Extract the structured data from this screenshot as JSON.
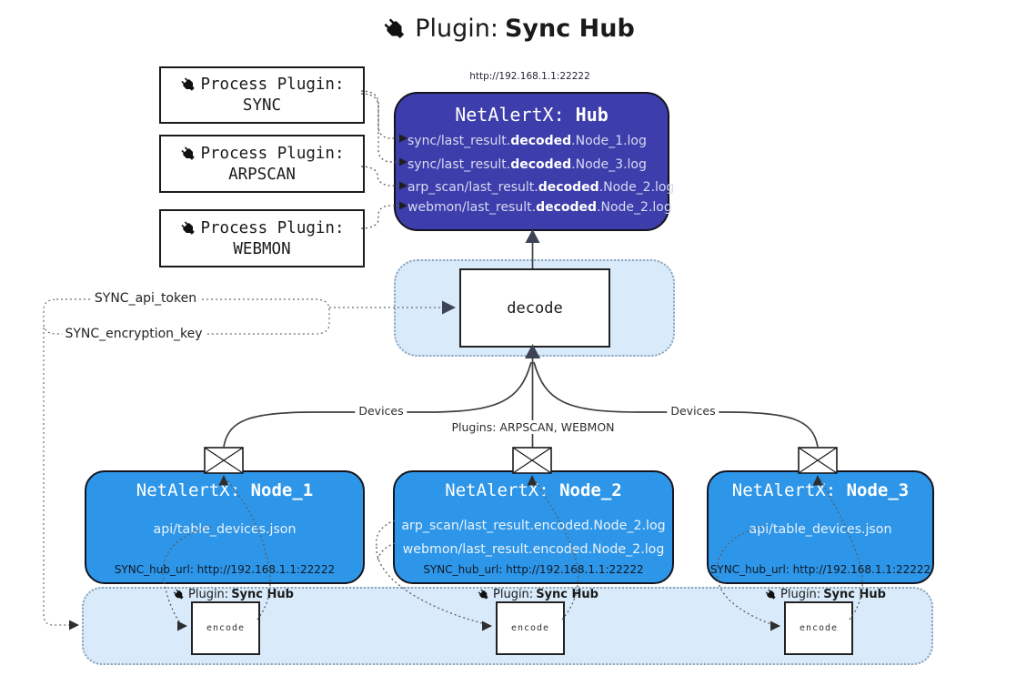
{
  "title": {
    "label": "Plugin:",
    "label_bold": "Sync Hub"
  },
  "hub": {
    "url": "http://192.168.1.1:22222",
    "name": "NetAlertX: ",
    "name_bold": "Hub",
    "logs": [
      {
        "pre": "sync/last_result.",
        "bold": "decoded",
        "post": ".Node_1.log"
      },
      {
        "pre": "sync/last_result.",
        "bold": "decoded",
        "post": ".Node_3.log"
      },
      {
        "pre": "arp_scan/last_result.",
        "bold": "decoded",
        "post": ".Node_2.log"
      },
      {
        "pre": "webmon/last_result.",
        "bold": "decoded",
        "post": ".Node_2.log"
      }
    ]
  },
  "process_plugins": [
    {
      "label": "Process Plugin:",
      "name": "SYNC"
    },
    {
      "label": "Process Plugin:",
      "name": "ARPSCAN"
    },
    {
      "label": "Process Plugin:",
      "name": "WEBMON"
    }
  ],
  "decode": {
    "label": "decode"
  },
  "settings": {
    "api_token": "SYNC_api_token",
    "encryption_key": "SYNC_encryption_key"
  },
  "edge_labels": {
    "devices_left": "Devices",
    "plugins_mid": "Plugins: ARPSCAN, WEBMON",
    "devices_right": "Devices"
  },
  "nodes": [
    {
      "name": "NetAlertX: ",
      "name_bold": "Node_1",
      "files": [
        "api/table_devices.json"
      ],
      "hub_url": "SYNC_hub_url: http://192.168.1.1:22222"
    },
    {
      "name": "NetAlertX: ",
      "name_bold": "Node_2",
      "files": [
        "arp_scan/last_result.encoded.Node_2.log",
        "webmon/last_result.encoded.Node_2.log"
      ],
      "hub_url": "SYNC_hub_url: http://192.168.1.1:22222"
    },
    {
      "name": "NetAlertX: ",
      "name_bold": "Node_3",
      "files": [
        "api/table_devices.json"
      ],
      "hub_url": "SYNC_hub_url: http://192.168.1.1:22222"
    }
  ],
  "encode_plugins": [
    {
      "label": "Plugin:",
      "label_bold": "Sync Hub",
      "box": "encode"
    },
    {
      "label": "Plugin:",
      "label_bold": "Sync Hub",
      "box": "encode"
    },
    {
      "label": "Plugin:",
      "label_bold": "Sync Hub",
      "box": "encode"
    }
  ],
  "colors": {
    "hub": "#3d3dab",
    "node": "#2e96e8",
    "container": "#d9eafa",
    "accent": "#3d4456"
  }
}
